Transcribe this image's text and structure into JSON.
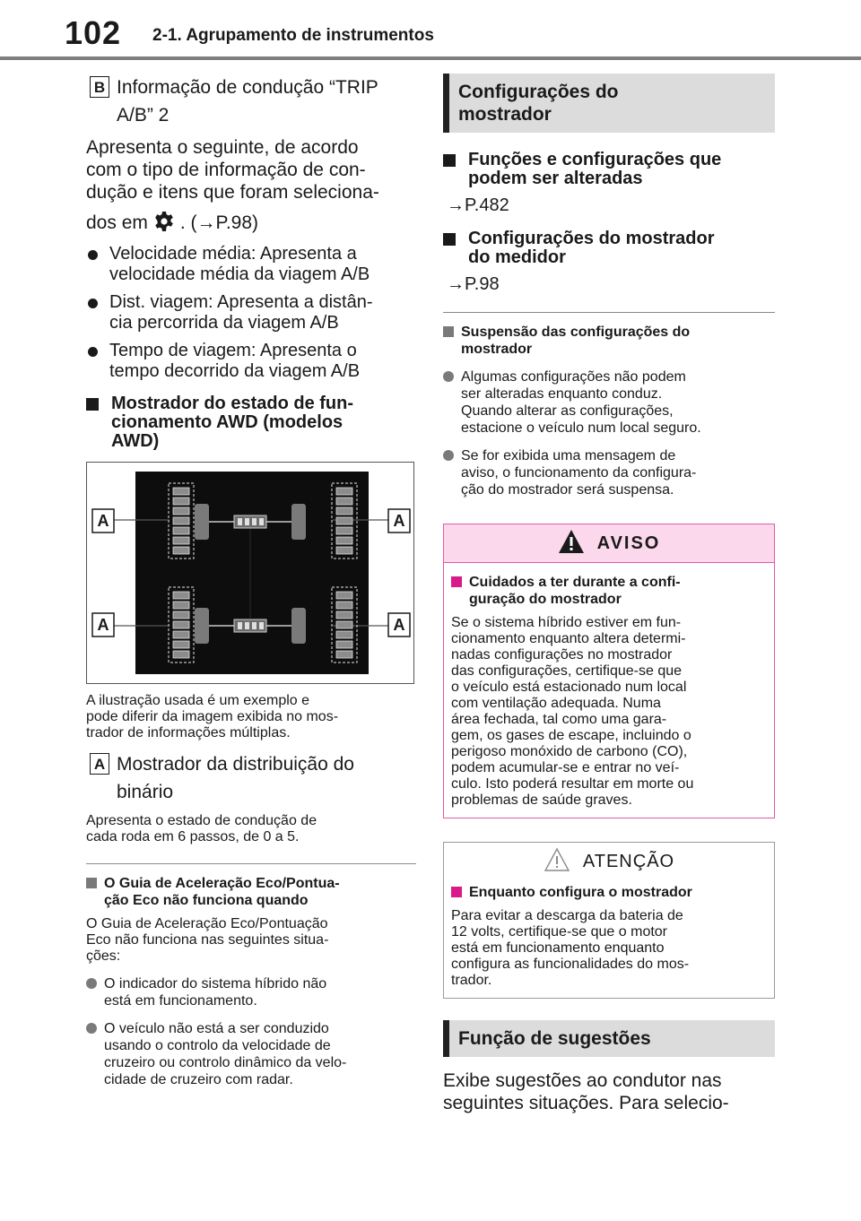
{
  "header": {
    "page_number": "102",
    "section": "2-1. Agrupamento de instrumentos"
  },
  "left": {
    "item_b": {
      "letter": "B",
      "text1": "Informação de condução “TRIP",
      "text2": "A/B” 2"
    },
    "intro": [
      "Apresenta o seguinte, de acordo",
      "com o tipo de informação de con-",
      "dução e itens que foram seleciona-"
    ],
    "intro_last_pre": "dos em",
    "intro_last_post": ". (→P.98)",
    "gear_icon": "gear-icon",
    "bullets": [
      [
        "Velocidade média: Apresenta a",
        "velocidade média da viagem A/B"
      ],
      [
        "Dist. viagem: Apresenta a distân-",
        "cia percorrida da viagem A/B"
      ],
      [
        "Tempo de viagem: Apresenta o",
        "tempo decorrido da viagem A/B"
      ]
    ],
    "awd_heading": [
      "Mostrador do estado de fun-",
      "cionamento AWD (modelos",
      "AWD)"
    ],
    "figure": {
      "label_a": "A"
    },
    "caption": [
      "A ilustração usada é um exemplo e",
      "pode diferir da imagem exibida no mos-",
      "trador de informações múltiplas."
    ],
    "item_a": {
      "letter": "A",
      "text1": "Mostrador da distribuição do",
      "text2": "binário"
    },
    "item_a_desc": [
      "Apresenta o estado de condução de",
      "cada roda em 6 passos, de 0 a 5."
    ],
    "eco_heading": [
      "O Guia de Aceleração Eco/Pontua-",
      "ção Eco não funciona quando"
    ],
    "eco_intro": [
      "O Guia de Aceleração Eco/Pontuação",
      "Eco não funciona nas seguintes situa-",
      "ções:"
    ],
    "eco_bullets": [
      [
        "O indicador do sistema híbrido não",
        "está em funcionamento."
      ],
      [
        "O veículo não está a ser conduzido",
        "usando o controlo da velocidade de",
        "cruzeiro ou controlo dinâmico da velo-",
        "cidade de cruzeiro com radar."
      ]
    ]
  },
  "right": {
    "config_title": [
      "Configurações do",
      "mostrador"
    ],
    "func_heading": [
      "Funções e configurações que",
      "podem ser alteradas"
    ],
    "func_ref": "→P.482",
    "meter_heading": [
      "Configurações do mostrador",
      "do medidor"
    ],
    "meter_ref": "→P.98",
    "suspend_heading": [
      "Suspensão das configurações do",
      "mostrador"
    ],
    "suspend_bullets": [
      [
        "Algumas configurações não podem",
        "ser alteradas enquanto conduz.",
        "Quando alterar as configurações,",
        "estacione o veículo num local seguro."
      ],
      [
        "Se for exibida uma mensagem de",
        "aviso, o funcionamento da configura-",
        "ção do mostrador será suspensa."
      ]
    ],
    "warning": {
      "title": "AVISO",
      "icon": "warning-triangle-icon",
      "heading": [
        "Cuidados a ter durante a confi-",
        "guração do mostrador"
      ],
      "body": [
        "Se o sistema híbrido estiver em fun-",
        "cionamento enquanto altera determi-",
        "nadas configurações no mostrador",
        "das configurações, certifique-se que",
        "o veículo está estacionado num local",
        "com ventilação adequada. Numa",
        "área fechada, tal como uma gara-",
        "gem, os gases de escape, incluindo o",
        "perigoso monóxido de carbono (CO),",
        "podem acumular-se e entrar no veí-",
        "culo. Isto poderá resultar em morte ou",
        "problemas de saúde graves."
      ]
    },
    "notice": {
      "title": "ATENÇÃO",
      "icon": "caution-triangle-icon",
      "heading": [
        "Enquanto configura o mostrador"
      ],
      "body": [
        "Para evitar a descarga da bateria de",
        "12 volts, certifique-se que o motor",
        "está em funcionamento enquanto",
        "configura as funcionalidades do mos-",
        "trador."
      ]
    },
    "suggest_title": "Função de sugestões",
    "suggest_text": [
      "Exibe sugestões ao condutor nas",
      "seguintes situações. Para selecio-"
    ]
  },
  "colors": {
    "text": "#1a1a1a",
    "band_bg": "#dcdcdc",
    "warning_border": "#e05aa8",
    "warning_bg": "#fbd8ec",
    "display_bg": "#0d0d0d"
  }
}
